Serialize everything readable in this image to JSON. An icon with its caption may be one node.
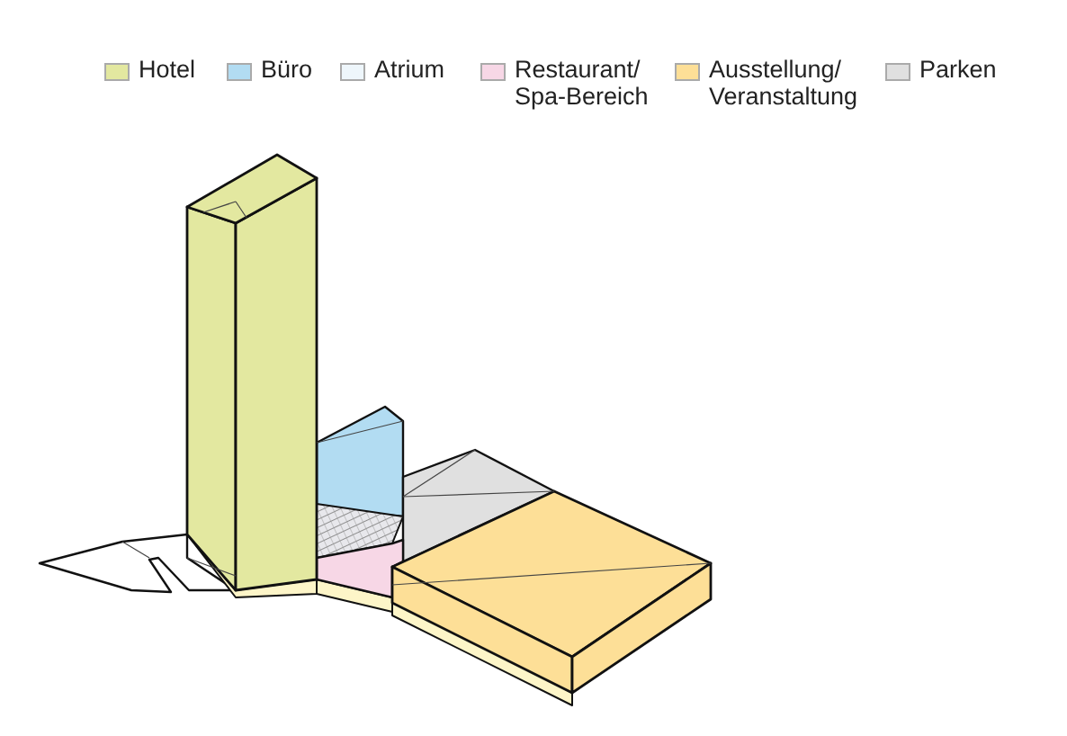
{
  "diagram": {
    "legend": [
      {
        "text": "Hotel",
        "color": "#e3e8a0"
      },
      {
        "text": "Büro",
        "color": "#b2dcf2"
      },
      {
        "text": "Atrium",
        "color": "#eef6fb"
      },
      {
        "text": "Restaurant/ Spa-Bereich",
        "color": "#f7d7e6"
      },
      {
        "text": "Ausstellung/ Veranstaltung",
        "color": "#fddf97"
      },
      {
        "text": "Parken",
        "color": "#e0e0e0"
      }
    ]
  }
}
